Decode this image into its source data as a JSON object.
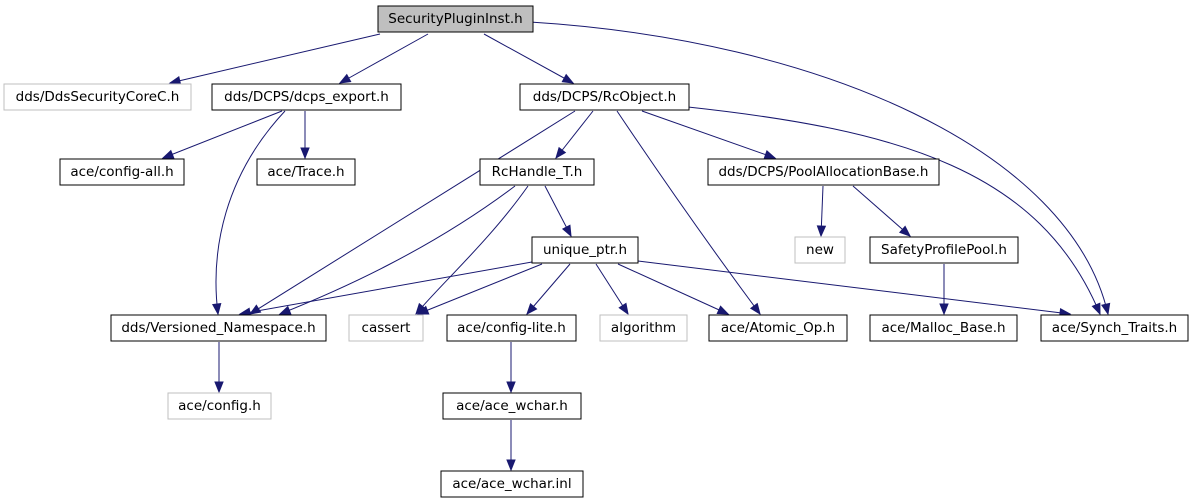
{
  "graph": {
    "nodes": [
      {
        "id": "n_root",
        "label": "SecurityPluginInst.h",
        "style": "root"
      },
      {
        "id": "n_ddssec",
        "label": "dds/DdsSecurityCoreC.h",
        "style": "gray"
      },
      {
        "id": "n_export",
        "label": "dds/DCPS/dcps_export.h",
        "style": "normal"
      },
      {
        "id": "n_rcobject",
        "label": "dds/DCPS/RcObject.h",
        "style": "normal"
      },
      {
        "id": "n_configall",
        "label": "ace/config-all.h",
        "style": "normal"
      },
      {
        "id": "n_trace",
        "label": "ace/Trace.h",
        "style": "normal"
      },
      {
        "id": "n_rchandle",
        "label": "RcHandle_T.h",
        "style": "normal"
      },
      {
        "id": "n_poolalloc",
        "label": "dds/DCPS/PoolAllocationBase.h",
        "style": "normal"
      },
      {
        "id": "n_uniqueptr",
        "label": "unique_ptr.h",
        "style": "normal"
      },
      {
        "id": "n_new",
        "label": "new",
        "style": "gray"
      },
      {
        "id": "n_safety",
        "label": "SafetyProfilePool.h",
        "style": "normal"
      },
      {
        "id": "n_versioned",
        "label": "dds/Versioned_Namespace.h",
        "style": "normal"
      },
      {
        "id": "n_cassert",
        "label": "cassert",
        "style": "gray"
      },
      {
        "id": "n_configlite",
        "label": "ace/config-lite.h",
        "style": "normal"
      },
      {
        "id": "n_algorithm",
        "label": "algorithm",
        "style": "gray"
      },
      {
        "id": "n_atomic",
        "label": "ace/Atomic_Op.h",
        "style": "normal"
      },
      {
        "id": "n_malloc",
        "label": "ace/Malloc_Base.h",
        "style": "normal"
      },
      {
        "id": "n_synch",
        "label": "ace/Synch_Traits.h",
        "style": "normal"
      },
      {
        "id": "n_config",
        "label": "ace/config.h",
        "style": "gray"
      },
      {
        "id": "n_wchar",
        "label": "ace/ace_wchar.h",
        "style": "normal"
      },
      {
        "id": "n_wcharinl",
        "label": "ace/ace_wchar.inl",
        "style": "normal"
      }
    ],
    "edges": [
      {
        "from": "n_root",
        "to": "n_ddssec"
      },
      {
        "from": "n_root",
        "to": "n_export"
      },
      {
        "from": "n_root",
        "to": "n_rcobject"
      },
      {
        "from": "n_root",
        "to": "n_synch"
      },
      {
        "from": "n_export",
        "to": "n_configall"
      },
      {
        "from": "n_export",
        "to": "n_trace"
      },
      {
        "from": "n_export",
        "to": "n_versioned"
      },
      {
        "from": "n_rcobject",
        "to": "n_rchandle"
      },
      {
        "from": "n_rcobject",
        "to": "n_poolalloc"
      },
      {
        "from": "n_rcobject",
        "to": "n_versioned"
      },
      {
        "from": "n_rcobject",
        "to": "n_atomic"
      },
      {
        "from": "n_rcobject",
        "to": "n_synch"
      },
      {
        "from": "n_rchandle",
        "to": "n_uniqueptr"
      },
      {
        "from": "n_rchandle",
        "to": "n_versioned"
      },
      {
        "from": "n_rchandle",
        "to": "n_cassert"
      },
      {
        "from": "n_poolalloc",
        "to": "n_new"
      },
      {
        "from": "n_poolalloc",
        "to": "n_safety"
      },
      {
        "from": "n_uniqueptr",
        "to": "n_versioned"
      },
      {
        "from": "n_uniqueptr",
        "to": "n_cassert"
      },
      {
        "from": "n_uniqueptr",
        "to": "n_configlite"
      },
      {
        "from": "n_uniqueptr",
        "to": "n_algorithm"
      },
      {
        "from": "n_uniqueptr",
        "to": "n_atomic"
      },
      {
        "from": "n_uniqueptr",
        "to": "n_synch"
      },
      {
        "from": "n_safety",
        "to": "n_malloc"
      },
      {
        "from": "n_versioned",
        "to": "n_config"
      },
      {
        "from": "n_configlite",
        "to": "n_wchar"
      },
      {
        "from": "n_wchar",
        "to": "n_wcharinl"
      }
    ]
  }
}
